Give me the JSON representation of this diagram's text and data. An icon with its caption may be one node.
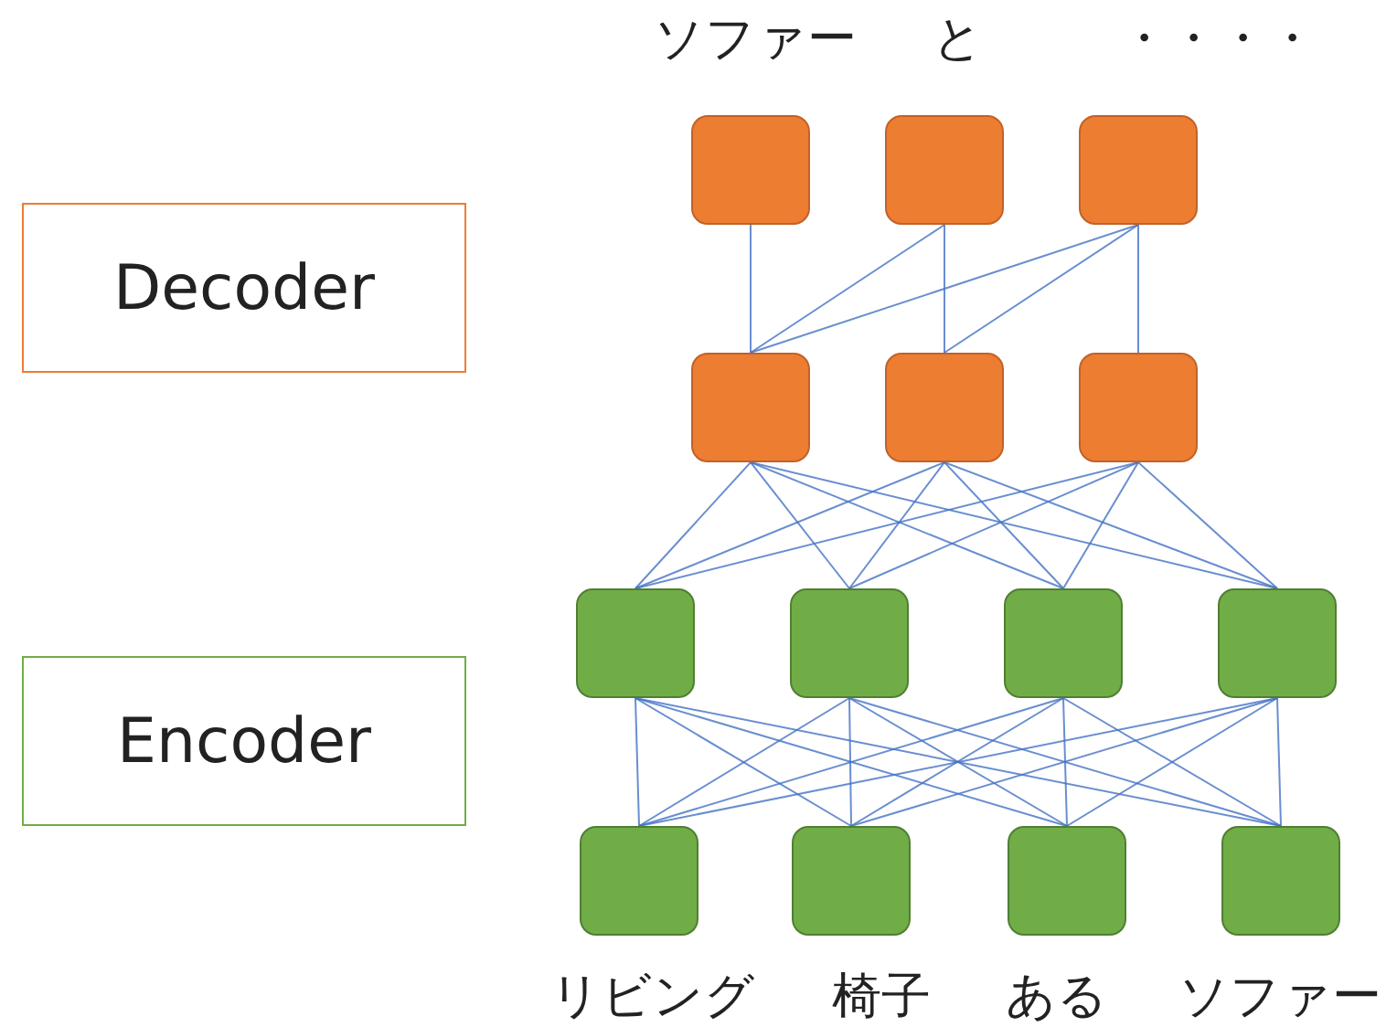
{
  "diagram": {
    "nodes": [
      {
        "text": [
          "Decoder"
        ]
      },
      {
        "text": [
          "Encoder"
        ]
      },
      {
        "text": [],
        "shape": "box",
        "beside": [
          "ソファー"
        ]
      },
      {
        "text": [],
        "shape": "box",
        "beside": [
          "と"
        ]
      },
      {
        "text": [],
        "shape": "box",
        "beside": [
          "・・・・"
        ]
      },
      {
        "text": [],
        "shape": "box"
      },
      {
        "text": [],
        "shape": "box"
      },
      {
        "text": [],
        "shape": "box"
      },
      {
        "text": [],
        "shape": "box"
      },
      {
        "text": [],
        "shape": "box"
      },
      {
        "text": [],
        "shape": "box"
      },
      {
        "text": [],
        "shape": "box"
      },
      {
        "text": [],
        "shape": "box",
        "beside": [
          "リビング"
        ]
      },
      {
        "text": [],
        "shape": "box",
        "beside": [
          "椅子"
        ]
      },
      {
        "text": [],
        "shape": "box",
        "beside": [
          "ある"
        ]
      },
      {
        "text": [],
        "shape": "box",
        "beside": [
          "ソファー"
        ]
      }
    ],
    "edges": [
      {
        "from": 2,
        "to": 5,
        "arrow": "none"
      },
      {
        "from": 3,
        "to": 5,
        "arrow": "none"
      },
      {
        "from": 3,
        "to": 6,
        "arrow": "none"
      },
      {
        "from": 4,
        "to": 5,
        "arrow": "none"
      },
      {
        "from": 4,
        "to": 6,
        "arrow": "none"
      },
      {
        "from": 4,
        "to": 7,
        "arrow": "none"
      },
      {
        "from": 5,
        "to": 8,
        "arrow": "none"
      },
      {
        "from": 5,
        "to": 9,
        "arrow": "none"
      },
      {
        "from": 5,
        "to": 10,
        "arrow": "none"
      },
      {
        "from": 5,
        "to": 11,
        "arrow": "none"
      },
      {
        "from": 6,
        "to": 8,
        "arrow": "none"
      },
      {
        "from": 6,
        "to": 9,
        "arrow": "none"
      },
      {
        "from": 6,
        "to": 10,
        "arrow": "none"
      },
      {
        "from": 6,
        "to": 11,
        "arrow": "none"
      },
      {
        "from": 7,
        "to": 8,
        "arrow": "none"
      },
      {
        "from": 7,
        "to": 9,
        "arrow": "none"
      },
      {
        "from": 7,
        "to": 10,
        "arrow": "none"
      },
      {
        "from": 7,
        "to": 11,
        "arrow": "none"
      },
      {
        "from": 8,
        "to": 12,
        "arrow": "none"
      },
      {
        "from": 8,
        "to": 13,
        "arrow": "none"
      },
      {
        "from": 8,
        "to": 14,
        "arrow": "none"
      },
      {
        "from": 8,
        "to": 15,
        "arrow": "none"
      },
      {
        "from": 9,
        "to": 12,
        "arrow": "none"
      },
      {
        "from": 9,
        "to": 13,
        "arrow": "none"
      },
      {
        "from": 9,
        "to": 14,
        "arrow": "none"
      },
      {
        "from": 9,
        "to": 15,
        "arrow": "none"
      },
      {
        "from": 10,
        "to": 12,
        "arrow": "none"
      },
      {
        "from": 10,
        "to": 13,
        "arrow": "none"
      },
      {
        "from": 10,
        "to": 14,
        "arrow": "none"
      },
      {
        "from": 10,
        "to": 15,
        "arrow": "none"
      },
      {
        "from": 11,
        "to": 12,
        "arrow": "none"
      },
      {
        "from": 11,
        "to": 13,
        "arrow": "none"
      },
      {
        "from": 11,
        "to": 14,
        "arrow": "none"
      },
      {
        "from": 11,
        "to": 15,
        "arrow": "none"
      }
    ]
  }
}
